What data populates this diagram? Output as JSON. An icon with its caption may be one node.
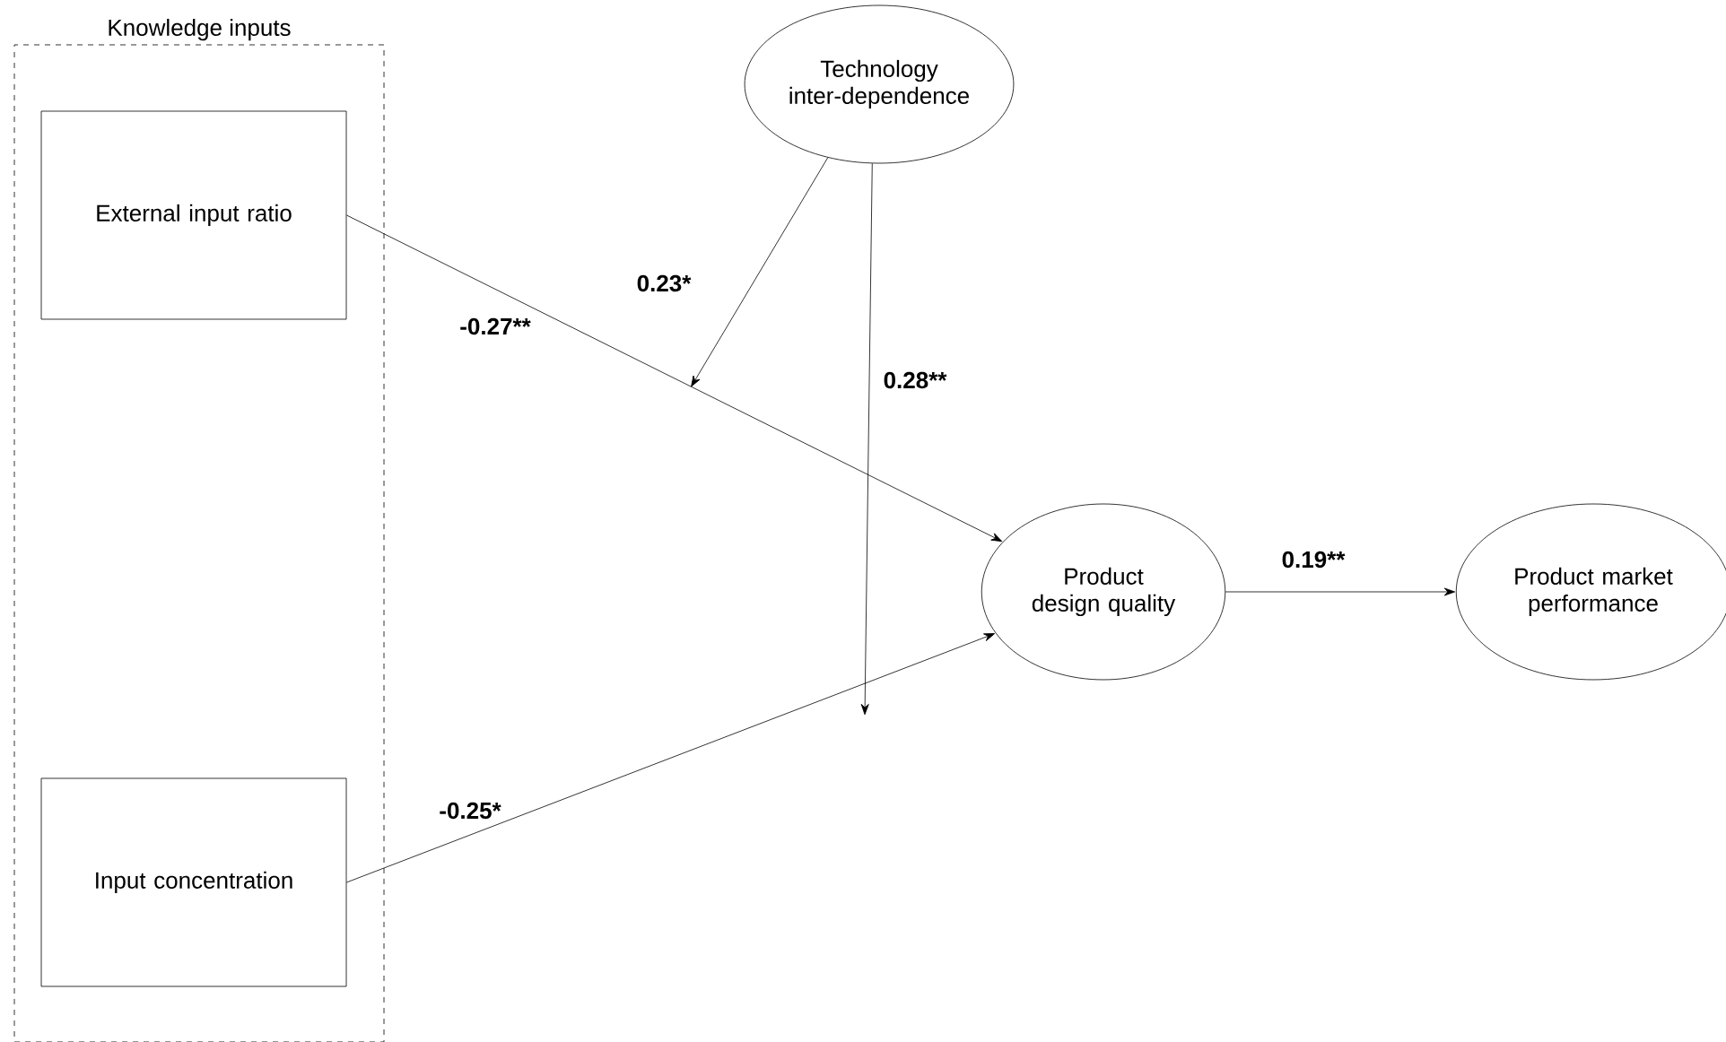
{
  "diagram": {
    "nodes": [
      {
        "text": [
          "Knowledge inputs"
        ]
      },
      {
        "text": [
          "External input ratio"
        ],
        "in": 0
      },
      {
        "text": [
          "Input concentration"
        ],
        "in": 0
      },
      {
        "text": [
          "Technology inter-dependence"
        ]
      },
      {
        "text": [
          "Product design quality"
        ]
      },
      {
        "text": [
          "Product market performance"
        ]
      }
    ],
    "edges": [
      {
        "from": 1,
        "to": 4,
        "arrow": "to",
        "label": "-0.27**"
      },
      {
        "from": 2,
        "to": 4,
        "arrow": "to",
        "label": "-0.25*"
      },
      {
        "from": 4,
        "to": 5,
        "arrow": "to",
        "label": "0.19**"
      },
      {
        "from": 3,
        "to": null,
        "arrow": "to",
        "label": "0.23*"
      },
      {
        "from": 3,
        "to": null,
        "arrow": "to",
        "label": "0.28**"
      }
    ]
  }
}
